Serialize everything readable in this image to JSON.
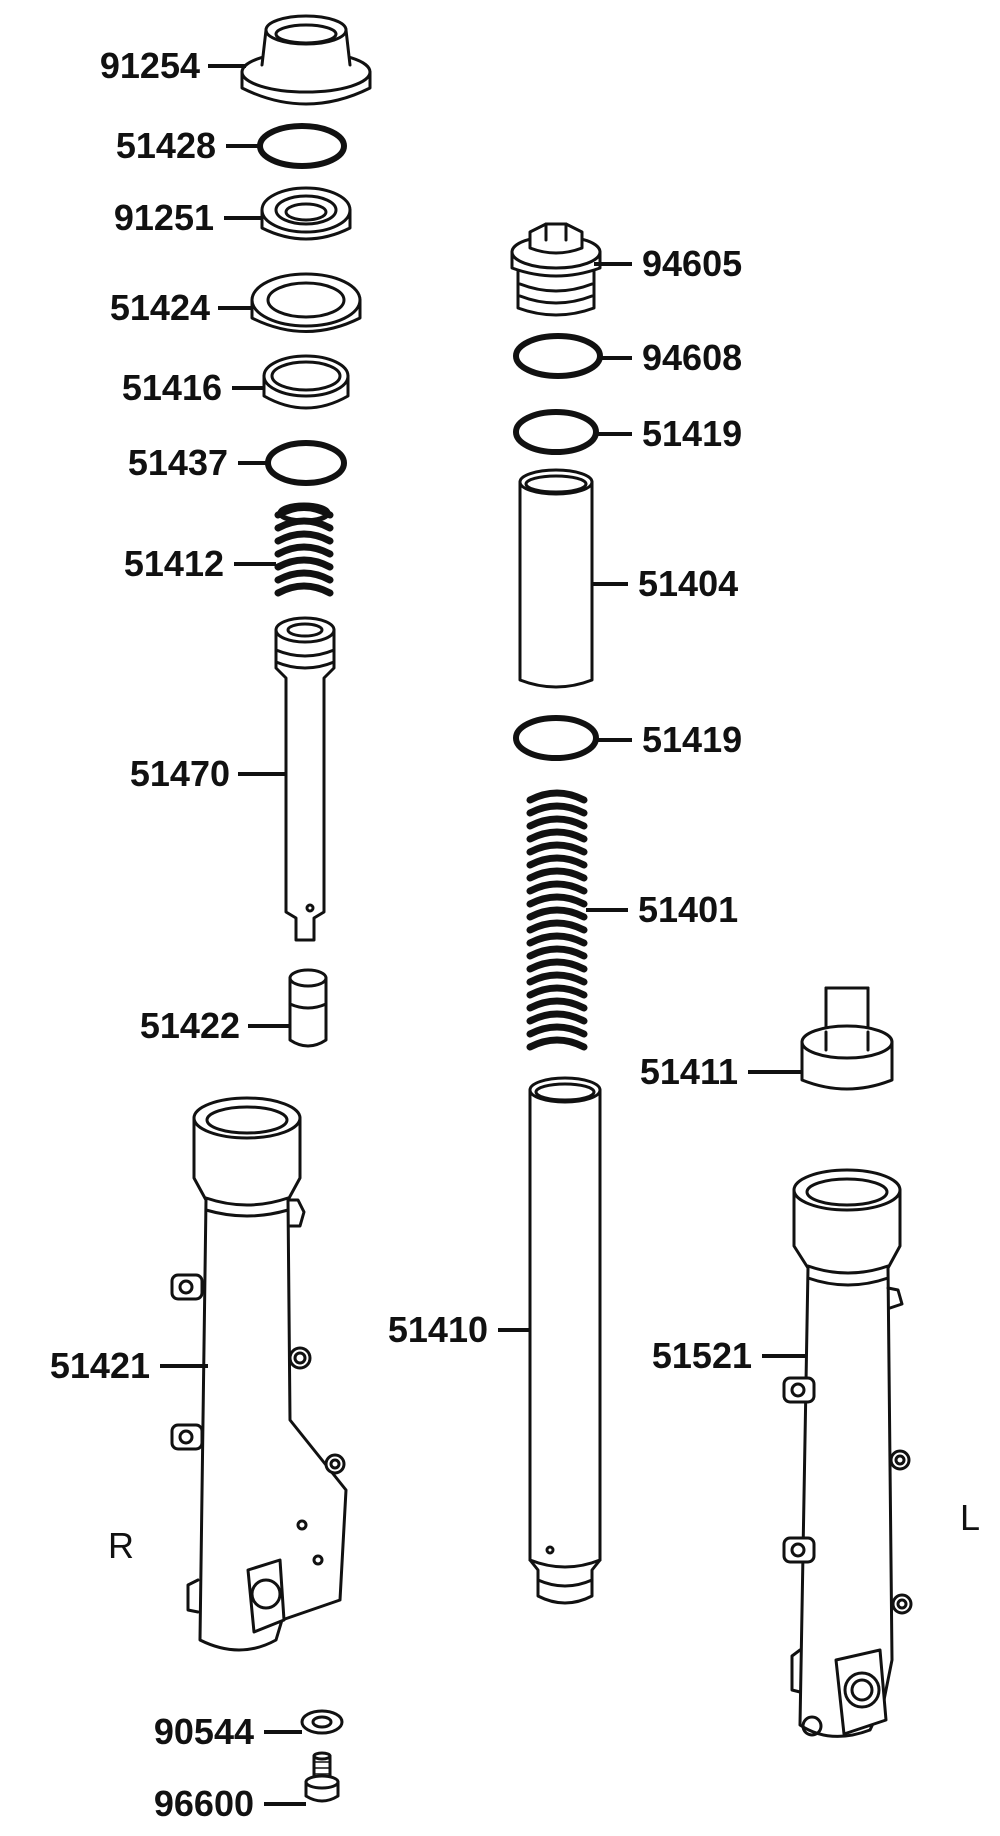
{
  "diagram": {
    "side_labels": {
      "right": "R",
      "left": "L"
    },
    "parts": [
      {
        "id": "p1",
        "number": "91254"
      },
      {
        "id": "p2",
        "number": "51428"
      },
      {
        "id": "p3",
        "number": "91251"
      },
      {
        "id": "p4",
        "number": "51424"
      },
      {
        "id": "p5",
        "number": "51416"
      },
      {
        "id": "p6",
        "number": "51437"
      },
      {
        "id": "p7",
        "number": "51412"
      },
      {
        "id": "p8",
        "number": "51470"
      },
      {
        "id": "p9",
        "number": "51422"
      },
      {
        "id": "p10",
        "number": "51421"
      },
      {
        "id": "p11",
        "number": "90544"
      },
      {
        "id": "p12",
        "number": "96600"
      },
      {
        "id": "p13",
        "number": "94605"
      },
      {
        "id": "p14",
        "number": "94608"
      },
      {
        "id": "p15",
        "number": "51419"
      },
      {
        "id": "p16",
        "number": "51404"
      },
      {
        "id": "p17",
        "number": "51419"
      },
      {
        "id": "p18",
        "number": "51401"
      },
      {
        "id": "p19",
        "number": "51410"
      },
      {
        "id": "p20",
        "number": "51411"
      },
      {
        "id": "p21",
        "number": "51521"
      }
    ]
  }
}
